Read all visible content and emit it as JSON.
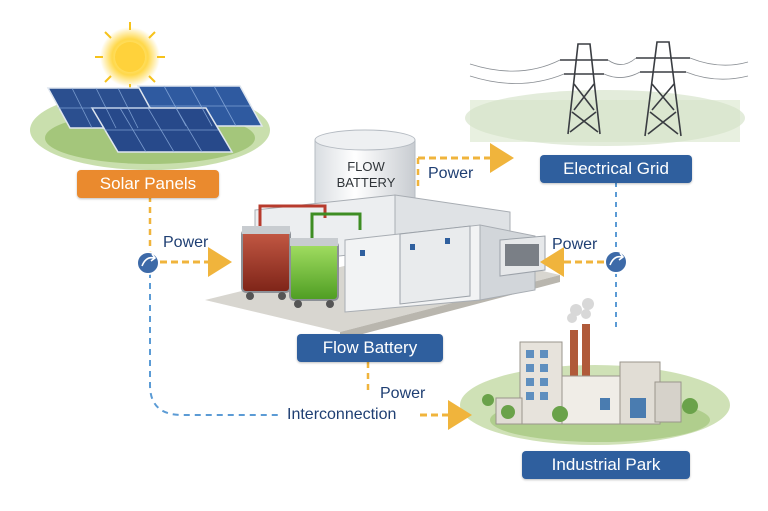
{
  "nodes": {
    "solar": "Solar Panels",
    "grid": "Electrical Grid",
    "battery": "Flow Battery",
    "industrial": "Industrial Park"
  },
  "tank_text": {
    "line1": "FLOW",
    "line2": "BATTERY"
  },
  "flows": {
    "solar_to_battery": "Power",
    "battery_to_grid": "Power",
    "grid_to_battery": "Power",
    "battery_to_industrial": "Power",
    "solar_to_industrial": "Interconnection"
  },
  "icons": [
    "sun-icon",
    "solar-panel-icon",
    "transmission-tower-icon",
    "factory-icon",
    "swap-arrows-icon"
  ],
  "colors": {
    "power_line": "#f0b43c",
    "interconnect_line": "#5b9bd5",
    "solar_label": "#ea8a2e",
    "node_label": "#2f5f9e",
    "electrolyte_red": "#a8362b",
    "electrolyte_green": "#6cc23a"
  }
}
